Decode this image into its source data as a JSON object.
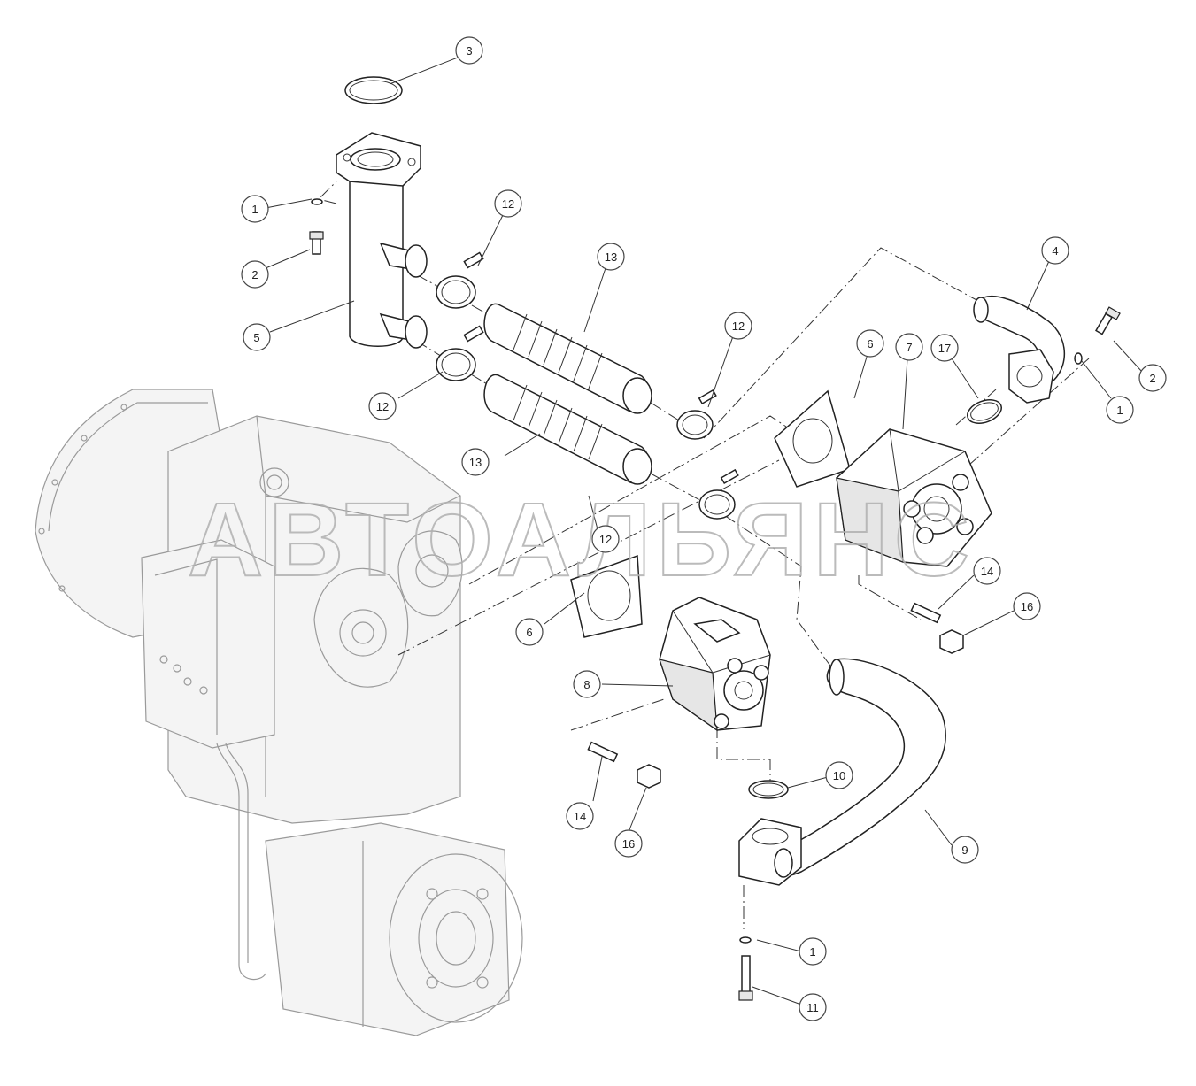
{
  "watermark": "АВТОАЛЬЯНС",
  "callouts": [
    {
      "id": "c3",
      "label": "3"
    },
    {
      "id": "c1a",
      "label": "1"
    },
    {
      "id": "c2a",
      "label": "2"
    },
    {
      "id": "c5",
      "label": "5"
    },
    {
      "id": "c12a",
      "label": "12"
    },
    {
      "id": "c12b",
      "label": "12"
    },
    {
      "id": "c13a",
      "label": "13"
    },
    {
      "id": "c13b",
      "label": "13"
    },
    {
      "id": "c12c",
      "label": "12"
    },
    {
      "id": "c12d",
      "label": "12"
    },
    {
      "id": "c4",
      "label": "4"
    },
    {
      "id": "c2b",
      "label": "2"
    },
    {
      "id": "c1b",
      "label": "1"
    },
    {
      "id": "c6a",
      "label": "6"
    },
    {
      "id": "c7",
      "label": "7"
    },
    {
      "id": "c17",
      "label": "17"
    },
    {
      "id": "c6b",
      "label": "6"
    },
    {
      "id": "c14a",
      "label": "14"
    },
    {
      "id": "c16a",
      "label": "16"
    },
    {
      "id": "c8",
      "label": "8"
    },
    {
      "id": "c10",
      "label": "10"
    },
    {
      "id": "c14b",
      "label": "14"
    },
    {
      "id": "c16b",
      "label": "16"
    },
    {
      "id": "c9",
      "label": "9"
    },
    {
      "id": "c1c",
      "label": "1"
    },
    {
      "id": "c11",
      "label": "11"
    }
  ]
}
